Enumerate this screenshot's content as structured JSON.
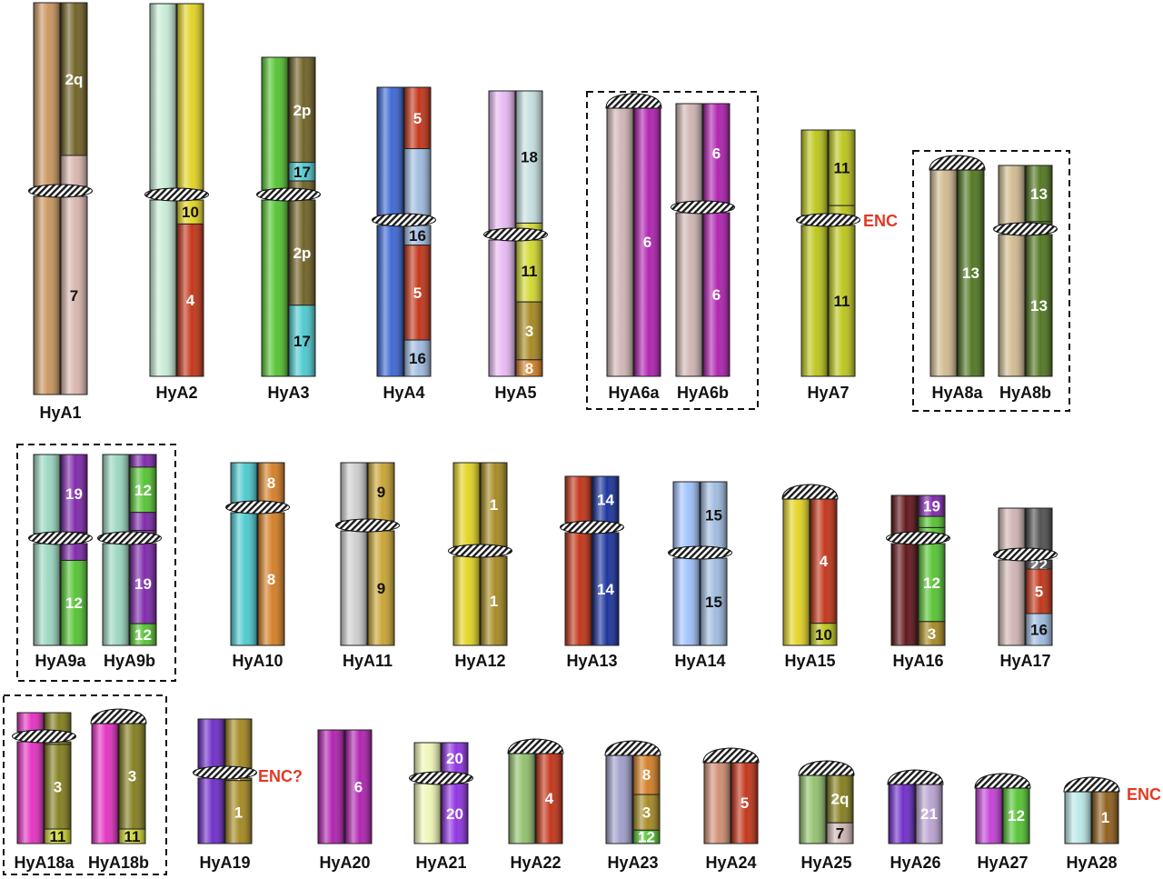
{
  "colors": {
    "tan": "#c8935a",
    "pink": "#d7b3aa",
    "olive": "#6b5c1c",
    "mint": "#c6ecd4",
    "yellow": "#e2d21c",
    "red": "#c12d10",
    "green": "#4fc22c",
    "cyan": "#47c9ce",
    "blue": "#3562d3",
    "steel": "#9cb9de",
    "lav": "#e7b7f2",
    "aqua": "#c4dede",
    "lime": "#cfd629",
    "bronze": "#a2851a",
    "orange": "#d27a1d",
    "rose": "#cdb3b0",
    "magenta": "#ad1aad",
    "chartreuse": "#bac413",
    "beige": "#cfb88c",
    "dgreen": "#4b7219",
    "seafoam": "#97d6be",
    "purple": "#7a20a8",
    "silver": "#cdcdcd",
    "gold": "#c7a12c",
    "navy": "#122b99",
    "sky": "#9fc1ff",
    "maroon": "#5a0d12",
    "gray": "#4a4a4a",
    "hotpink": "#e32ac0",
    "khaki": "#7f7a17",
    "violet": "#6a25c8",
    "lightlime": "#eef6b4",
    "grape": "#8a2be2",
    "peach": "#d08a6f",
    "lilac": "#b8a0d0",
    "periwinkle": "#9b9bc9",
    "sage": "#8fbf68",
    "teal": "#b9e7e7",
    "brown": "#8c5a15",
    "fuchsia": "#c23ad8",
    "encRed": "#e03a25",
    "outline": "#222222"
  },
  "enc_label": "ENC",
  "enc_q_label": "ENC?",
  "chromosomes": [
    {
      "name": "HyA1",
      "chromatids": [
        {
          "segs": [
            {
              "c": "tan",
              "h": 1
            }
          ]
        },
        {
          "segs": [
            {
              "c": "olive",
              "h": 0.4,
              "t": "2q"
            },
            {
              "c": "pink",
              "h": 0.6,
              "t": "7"
            }
          ]
        }
      ]
    },
    {
      "name": "HyA2",
      "chromatids": [
        {
          "segs": [
            {
              "c": "mint",
              "h": 1
            }
          ]
        },
        {
          "segs": [
            {
              "c": "yellow",
              "h": 0.58,
              "t": "10"
            },
            {
              "c": "red",
              "h": 0.42,
              "t": "4"
            }
          ]
        }
      ]
    },
    {
      "name": "HyA3",
      "chromatids": [
        {
          "segs": [
            {
              "c": "green",
              "h": 1
            }
          ]
        },
        {
          "segs": [
            {
              "c": "olive",
              "h": 0.34,
              "t": "2p"
            },
            {
              "c": "cyan",
              "h": 0.06,
              "t": "17"
            },
            {
              "c": "olive",
              "h": 0.37,
              "t": "2p"
            },
            {
              "c": "cyan",
              "h": 0.23,
              "t": "17"
            }
          ]
        }
      ]
    },
    {
      "name": "HyA4",
      "chromatids": [
        {
          "segs": [
            {
              "c": "blue",
              "h": 1
            }
          ]
        },
        {
          "segs": [
            {
              "c": "red",
              "h": 0.22,
              "t": "5"
            },
            {
              "c": "steel",
              "h": 0.31,
              "t": "16"
            },
            {
              "c": "red",
              "h": 0.34,
              "t": "5"
            },
            {
              "c": "steel",
              "h": 0.13,
              "t": "16"
            }
          ]
        }
      ]
    },
    {
      "name": "HyA5",
      "chromatids": [
        {
          "segs": [
            {
              "c": "lav",
              "h": 1
            }
          ]
        },
        {
          "segs": [
            {
              "c": "aqua",
              "h": 0.48,
              "t": "18"
            },
            {
              "c": "lime",
              "h": 0.25,
              "t": "11"
            },
            {
              "c": "bronze",
              "h": 0.21,
              "t": "3"
            },
            {
              "c": "orange",
              "h": 0.06,
              "t": "8"
            }
          ]
        }
      ]
    },
    {
      "name": "HyA6a",
      "chromatids": [
        {
          "segs": [
            {
              "c": "rose",
              "h": 1
            }
          ]
        },
        {
          "segs": [
            {
              "c": "magenta",
              "h": 1,
              "t": "6"
            }
          ]
        }
      ]
    },
    {
      "name": "HyA6b",
      "chromatids": [
        {
          "segs": [
            {
              "c": "rose",
              "h": 1
            }
          ]
        },
        {
          "segs": [
            {
              "c": "magenta",
              "h": 1,
              "t": "6"
            }
          ]
        }
      ]
    },
    {
      "name": "HyA7",
      "chromatids": [
        {
          "segs": [
            {
              "c": "chartreuse",
              "h": 1
            }
          ]
        },
        {
          "segs": [
            {
              "c": "chartreuse",
              "h": 0.32,
              "t": "11"
            },
            {
              "c": "chartreuse",
              "h": 0.68,
              "t": "11"
            }
          ]
        }
      ]
    },
    {
      "name": "HyA8a",
      "chromatids": [
        {
          "segs": [
            {
              "c": "beige",
              "h": 1
            }
          ]
        },
        {
          "segs": [
            {
              "c": "dgreen",
              "h": 1,
              "t": "13"
            }
          ]
        }
      ]
    },
    {
      "name": "HyA8b",
      "chromatids": [
        {
          "segs": [
            {
              "c": "beige",
              "h": 1
            }
          ]
        },
        {
          "segs": [
            {
              "c": "dgreen",
              "h": 0.28,
              "t": "13"
            },
            {
              "c": "dgreen",
              "h": 0.72,
              "t": "13"
            }
          ]
        }
      ]
    },
    {
      "name": "HyA9a",
      "chromatids": [
        {
          "segs": [
            {
              "c": "seafoam",
              "h": 1
            }
          ]
        },
        {
          "segs": [
            {
              "c": "purple",
              "h": 0.43,
              "t": "19"
            },
            {
              "c": "purple",
              "h": 0.1,
              "t": ""
            },
            {
              "c": "green",
              "h": 0.47,
              "t": "12"
            }
          ]
        }
      ]
    },
    {
      "name": "HyA9b",
      "chromatids": [
        {
          "segs": [
            {
              "c": "seafoam",
              "h": 1
            }
          ]
        },
        {
          "segs": [
            {
              "c": "purple",
              "h": 0.07,
              "t": ""
            },
            {
              "c": "green",
              "h": 0.25,
              "t": "12"
            },
            {
              "c": "purple",
              "h": 0.1,
              "t": ""
            },
            {
              "c": "purple",
              "h": 0.46,
              "t": "19"
            },
            {
              "c": "green",
              "h": 0.12,
              "t": "12"
            }
          ]
        }
      ]
    },
    {
      "name": "HyA10",
      "chromatids": [
        {
          "segs": [
            {
              "c": "cyan",
              "h": 1
            }
          ]
        },
        {
          "segs": [
            {
              "c": "orange",
              "h": 1,
              "t": "8"
            }
          ]
        }
      ]
    },
    {
      "name": "HyA11",
      "chromatids": [
        {
          "segs": [
            {
              "c": "silver",
              "h": 1
            }
          ]
        },
        {
          "segs": [
            {
              "c": "gold",
              "h": 1,
              "t": "9"
            }
          ]
        }
      ]
    },
    {
      "name": "HyA12",
      "chromatids": [
        {
          "segs": [
            {
              "c": "yellow",
              "h": 1
            }
          ]
        },
        {
          "segs": [
            {
              "c": "bronze",
              "h": 1,
              "t": "1"
            }
          ]
        }
      ]
    },
    {
      "name": "HyA13",
      "chromatids": [
        {
          "segs": [
            {
              "c": "red",
              "h": 1
            }
          ]
        },
        {
          "segs": [
            {
              "c": "navy",
              "h": 1,
              "t": "14"
            }
          ]
        }
      ]
    },
    {
      "name": "HyA14",
      "chromatids": [
        {
          "segs": [
            {
              "c": "sky",
              "h": 1
            }
          ]
        },
        {
          "segs": [
            {
              "c": "steel",
              "h": 1,
              "t": "15"
            }
          ]
        }
      ]
    },
    {
      "name": "HyA15",
      "chromatids": [
        {
          "segs": [
            {
              "c": "yellow",
              "h": 1
            }
          ]
        },
        {
          "segs": [
            {
              "c": "red",
              "h": 0.85,
              "t": "4"
            },
            {
              "c": "chartreuse",
              "h": 0.15,
              "t": "10"
            }
          ]
        }
      ]
    },
    {
      "name": "HyA16",
      "chromatids": [
        {
          "segs": [
            {
              "c": "maroon",
              "h": 1
            }
          ]
        },
        {
          "segs": [
            {
              "c": "purple",
              "h": 0.15,
              "t": "19"
            },
            {
              "c": "green",
              "h": 0.08,
              "t": ""
            },
            {
              "c": "green",
              "h": 0.6,
              "t": "12"
            },
            {
              "c": "bronze",
              "h": 0.17,
              "t": "3"
            }
          ]
        }
      ]
    },
    {
      "name": "HyA17",
      "chromatids": [
        {
          "segs": [
            {
              "c": "rose",
              "h": 1
            }
          ]
        },
        {
          "segs": [
            {
              "c": "gray",
              "h": 0.4,
              "t": "22"
            },
            {
              "c": "red",
              "h": 0.35,
              "t": "5"
            },
            {
              "c": "steel",
              "h": 0.25,
              "t": "16"
            }
          ]
        }
      ]
    },
    {
      "name": "HyA18a",
      "chromatids": [
        {
          "segs": [
            {
              "c": "hotpink",
              "h": 1
            }
          ]
        },
        {
          "segs": [
            {
              "c": "khaki",
              "h": 0.18,
              "t": ""
            },
            {
              "c": "khaki",
              "h": 0.7,
              "t": "3"
            },
            {
              "c": "lime",
              "h": 0.12,
              "t": "11"
            }
          ]
        }
      ]
    },
    {
      "name": "HyA18b",
      "chromatids": [
        {
          "segs": [
            {
              "c": "hotpink",
              "h": 1
            }
          ]
        },
        {
          "segs": [
            {
              "c": "khaki",
              "h": 0.88,
              "t": "3"
            },
            {
              "c": "lime",
              "h": 0.12,
              "t": "11"
            }
          ]
        }
      ]
    },
    {
      "name": "HyA19",
      "chromatids": [
        {
          "segs": [
            {
              "c": "violet",
              "h": 1
            }
          ]
        },
        {
          "segs": [
            {
              "c": "bronze",
              "h": 0.45,
              "t": "1"
            },
            {
              "c": "bronze",
              "h": 0.55,
              "t": "1"
            }
          ]
        }
      ]
    },
    {
      "name": "HyA20",
      "chromatids": [
        {
          "segs": [
            {
              "c": "magenta",
              "h": 1
            }
          ]
        },
        {
          "segs": [
            {
              "c": "magenta",
              "h": 1,
              "t": "6"
            }
          ]
        }
      ]
    },
    {
      "name": "HyA21",
      "chromatids": [
        {
          "segs": [
            {
              "c": "lightlime",
              "h": 1
            }
          ]
        },
        {
          "segs": [
            {
              "c": "grape",
              "h": 1,
              "t": "20"
            }
          ]
        }
      ]
    },
    {
      "name": "HyA22",
      "chromatids": [
        {
          "segs": [
            {
              "c": "sage",
              "h": 1
            }
          ]
        },
        {
          "segs": [
            {
              "c": "red",
              "h": 1,
              "t": "4"
            }
          ]
        }
      ]
    },
    {
      "name": "HyA23",
      "chromatids": [
        {
          "segs": [
            {
              "c": "periwinkle",
              "h": 1
            }
          ]
        },
        {
          "segs": [
            {
              "c": "orange",
              "h": 0.45,
              "t": "8"
            },
            {
              "c": "bronze",
              "h": 0.4,
              "t": "3"
            },
            {
              "c": "green",
              "h": 0.15,
              "t": "12"
            }
          ]
        }
      ]
    },
    {
      "name": "HyA24",
      "chromatids": [
        {
          "segs": [
            {
              "c": "peach",
              "h": 1
            }
          ]
        },
        {
          "segs": [
            {
              "c": "red",
              "h": 1,
              "t": "5"
            }
          ]
        }
      ]
    },
    {
      "name": "HyA25",
      "chromatids": [
        {
          "segs": [
            {
              "c": "sage",
              "h": 1
            }
          ]
        },
        {
          "segs": [
            {
              "c": "khaki",
              "h": 0.7,
              "t": "2q"
            },
            {
              "c": "rose",
              "h": 0.3,
              "t": "7"
            }
          ]
        }
      ]
    },
    {
      "name": "HyA26",
      "chromatids": [
        {
          "segs": [
            {
              "c": "violet",
              "h": 1
            }
          ]
        },
        {
          "segs": [
            {
              "c": "lilac",
              "h": 1,
              "t": "21"
            }
          ]
        }
      ]
    },
    {
      "name": "HyA27",
      "chromatids": [
        {
          "segs": [
            {
              "c": "fuchsia",
              "h": 1
            }
          ]
        },
        {
          "segs": [
            {
              "c": "green",
              "h": 1,
              "t": "12"
            }
          ]
        }
      ]
    },
    {
      "name": "HyA28",
      "chromatids": [
        {
          "segs": [
            {
              "c": "teal",
              "h": 1
            }
          ]
        },
        {
          "segs": [
            {
              "c": "brown",
              "h": 1,
              "t": "1"
            }
          ]
        }
      ]
    }
  ]
}
